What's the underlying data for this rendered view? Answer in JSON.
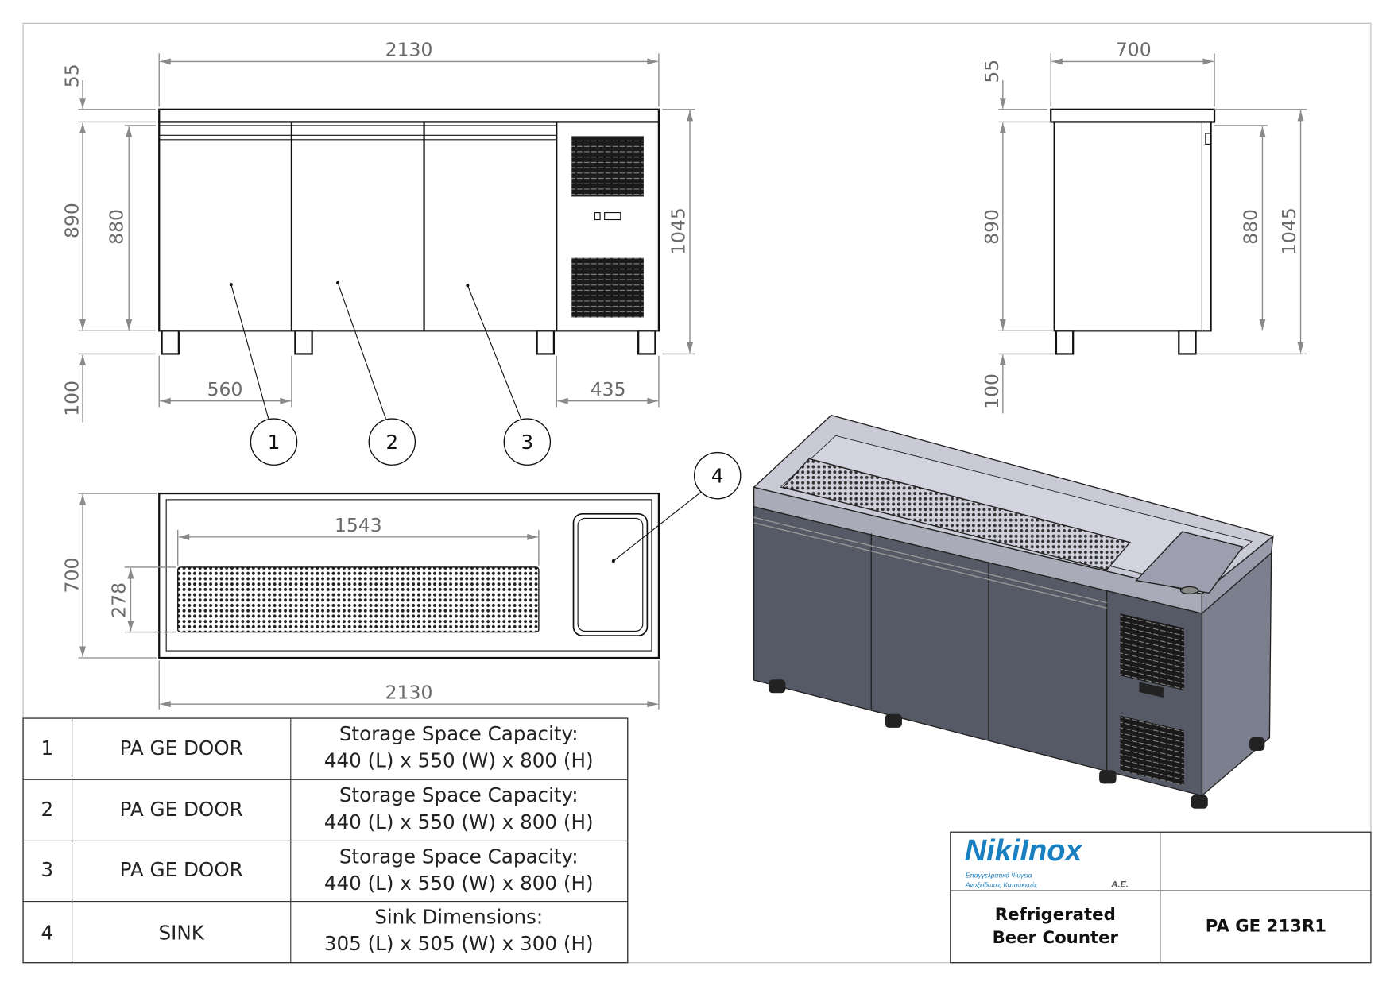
{
  "front_view": {
    "dims": {
      "overall_width": "2130",
      "top_thickness": "55",
      "body_height": "890",
      "door_height": "880",
      "leg_height": "100",
      "total_height": "1045",
      "door_width": "560",
      "unit_width": "435"
    },
    "balloons": [
      "1",
      "2",
      "3"
    ]
  },
  "side_view": {
    "dims": {
      "depth": "700",
      "top_thickness": "55",
      "body_height": "890",
      "leg_height": "100",
      "door_height": "880",
      "total_height": "1045"
    }
  },
  "top_view": {
    "dims": {
      "drip_tray_length": "1543",
      "drip_tray_width": "278",
      "depth": "700",
      "overall_width": "2130"
    },
    "balloon": "4"
  },
  "parts_table": [
    {
      "no": "1",
      "name": "PA GE DOOR",
      "desc_line1": "Storage Space Capacity:",
      "desc_line2": "440 (L) x 550 (W) x 800 (H)"
    },
    {
      "no": "2",
      "name": "PA GE DOOR",
      "desc_line1": "Storage Space Capacity:",
      "desc_line2": "440 (L) x 550 (W) x 800 (H)"
    },
    {
      "no": "3",
      "name": "PA GE DOOR",
      "desc_line1": "Storage Space Capacity:",
      "desc_line2": "440 (L) x 550 (W) x 800 (H)"
    },
    {
      "no": "4",
      "name": "SINK",
      "desc_line1": "Sink Dimensions:",
      "desc_line2": "305 (L) x 505 (W) x 300 (H)"
    }
  ],
  "title_block": {
    "logo_text": "NikiInox",
    "logo_suffix": "A.E.",
    "logo_tagline1": "Επαγγελματικά Ψυγεία",
    "logo_tagline2": "Ανοξείδωτες Κατασκευές",
    "product_line1": "Refrigerated",
    "product_line2": "Beer Counter",
    "model": "PA GE 213R1"
  },
  "colors": {
    "logo_blue": "#1a7fc0",
    "iso_front": "#555a66",
    "iso_top": "#c9cad6",
    "iso_side": "#7c7f8e"
  }
}
